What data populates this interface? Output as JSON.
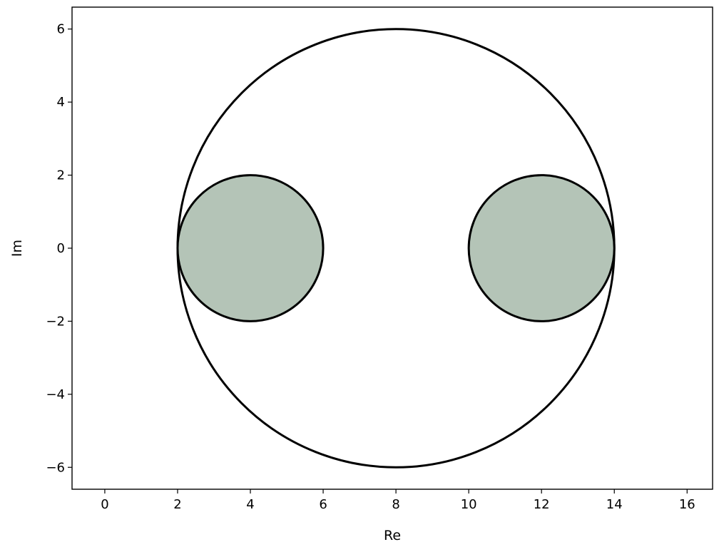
{
  "chart_data": {
    "type": "scatter",
    "title": "",
    "xlabel": "Re",
    "ylabel": "Im",
    "xlim": [
      -0.9,
      16.7
    ],
    "ylim": [
      -6.6,
      6.6
    ],
    "xticks": [
      0,
      2,
      4,
      6,
      8,
      10,
      12,
      14,
      16
    ],
    "yticks": [
      -6,
      -4,
      -2,
      0,
      2,
      4,
      6
    ],
    "xtick_labels": [
      "0",
      "2",
      "4",
      "6",
      "8",
      "10",
      "12",
      "14",
      "16"
    ],
    "ytick_labels": [
      "−6",
      "−4",
      "−2",
      "0",
      "2",
      "4",
      "6"
    ],
    "grid": false,
    "circles": [
      {
        "center": [
          8,
          0
        ],
        "radius": 6,
        "filled": false,
        "edge_color": "#000000"
      },
      {
        "center": [
          4,
          0
        ],
        "radius": 2,
        "filled": true,
        "fill_color": "#b4c4b7",
        "edge_color": "#000000"
      },
      {
        "center": [
          12,
          0
        ],
        "radius": 2,
        "filled": true,
        "fill_color": "#b4c4b7",
        "edge_color": "#000000"
      }
    ]
  }
}
